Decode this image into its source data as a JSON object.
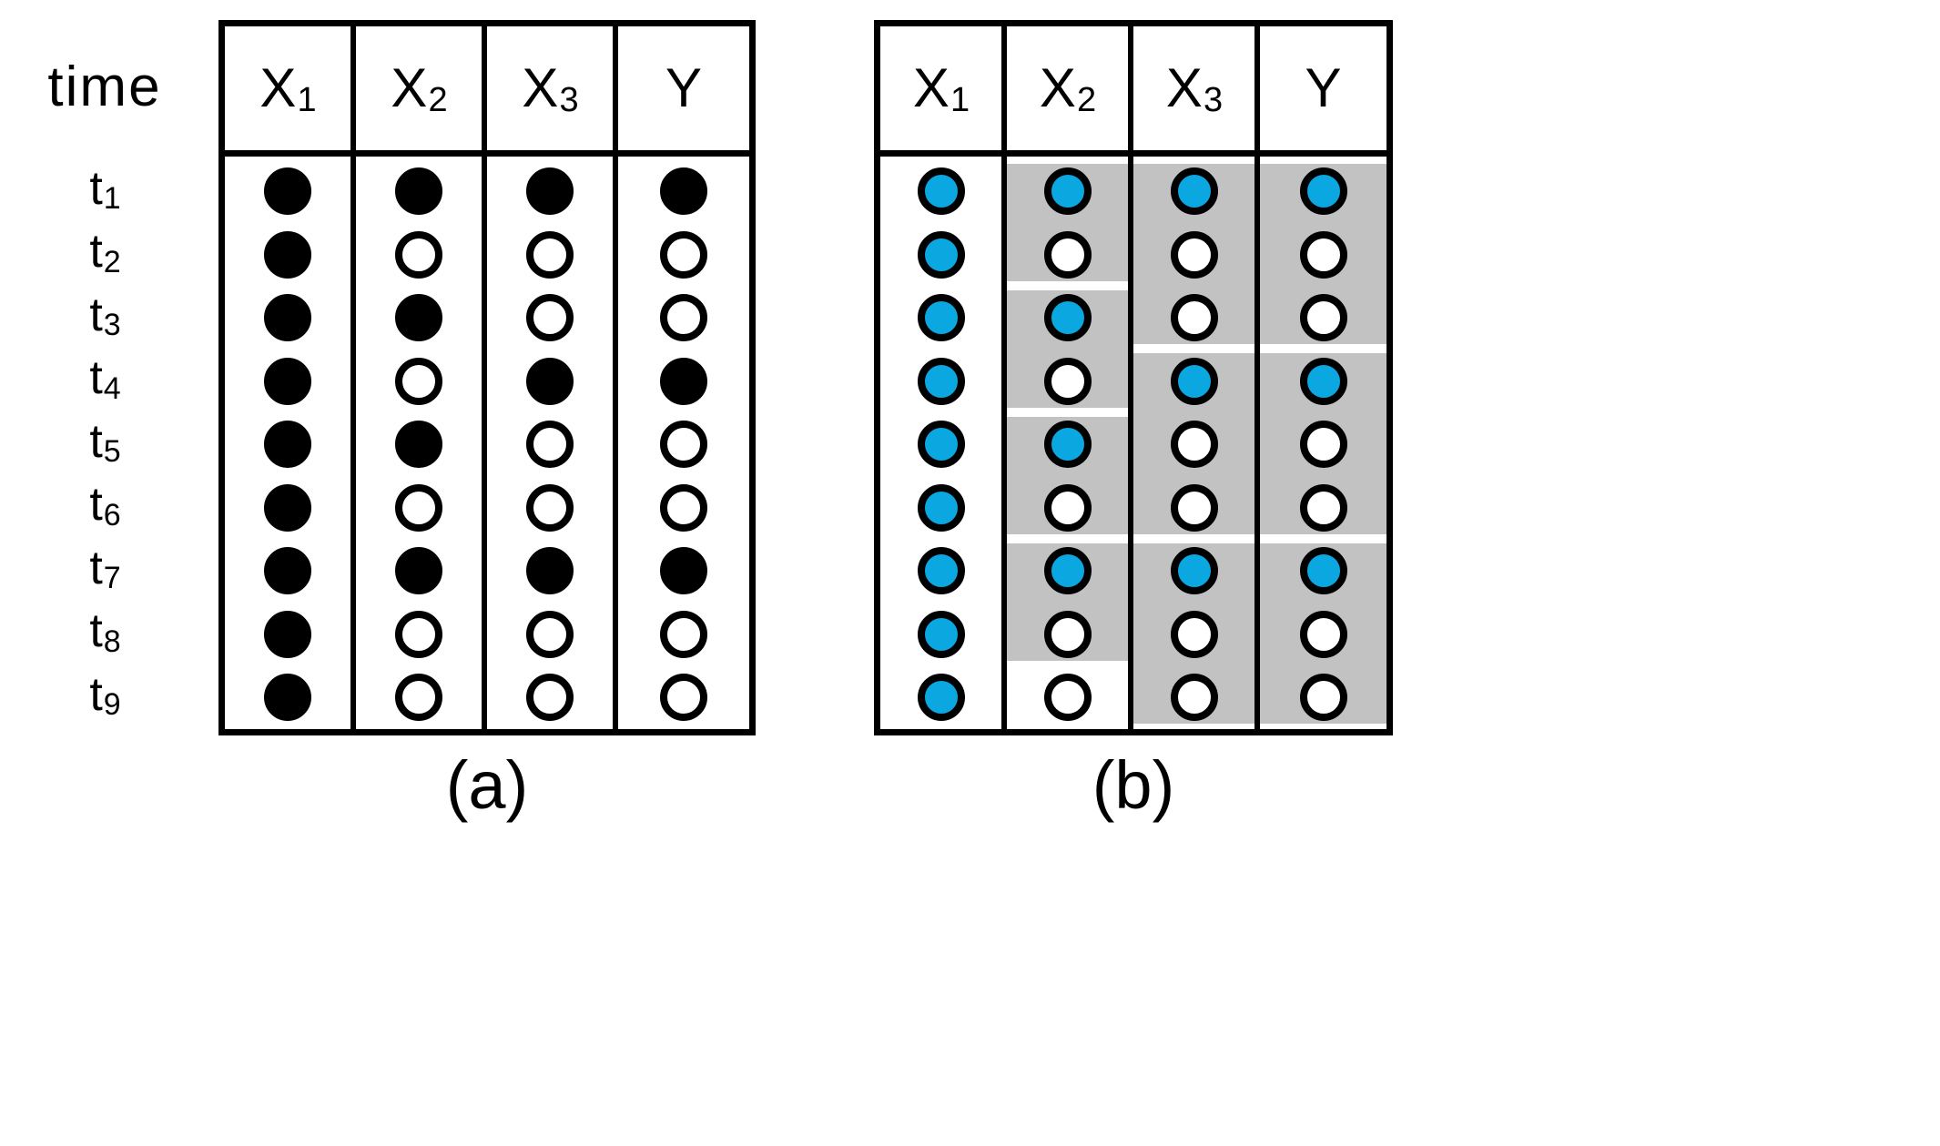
{
  "axis": {
    "time_label": "time",
    "row_labels": [
      "t1",
      "t2",
      "t3",
      "t4",
      "t5",
      "t6",
      "t7",
      "t8",
      "t9"
    ],
    "row_label_base": "t",
    "row_label_subs": [
      "1",
      "2",
      "3",
      "4",
      "5",
      "6",
      "7",
      "8",
      "9"
    ]
  },
  "colors": {
    "filled_black": "#000000",
    "filled_blue": "#0aa7e0",
    "open": "#ffffff",
    "highlight_gray": "#c2c2c2",
    "border": "#000000"
  },
  "panels": [
    {
      "id": "panel-a",
      "caption": "(a)",
      "dot_style": "black",
      "columns": [
        {
          "header_base": "X",
          "header_sub": "1",
          "header": "X1",
          "values": [
            "filled",
            "filled",
            "filled",
            "filled",
            "filled",
            "filled",
            "filled",
            "filled",
            "filled"
          ],
          "highlights": []
        },
        {
          "header_base": "X",
          "header_sub": "2",
          "header": "X2",
          "values": [
            "filled",
            "open",
            "filled",
            "open",
            "filled",
            "open",
            "filled",
            "open",
            "open"
          ],
          "highlights": []
        },
        {
          "header_base": "X",
          "header_sub": "3",
          "header": "X3",
          "values": [
            "filled",
            "open",
            "open",
            "filled",
            "open",
            "open",
            "filled",
            "open",
            "open"
          ],
          "highlights": []
        },
        {
          "header_base": "Y",
          "header_sub": "",
          "header": "Y",
          "values": [
            "filled",
            "open",
            "open",
            "filled",
            "open",
            "open",
            "filled",
            "open",
            "open"
          ],
          "highlights": []
        }
      ]
    },
    {
      "id": "panel-b",
      "caption": "(b)",
      "dot_style": "blue",
      "columns": [
        {
          "header_base": "X",
          "header_sub": "1",
          "header": "X1",
          "values": [
            "filled",
            "filled",
            "filled",
            "filled",
            "filled",
            "filled",
            "filled",
            "filled",
            "filled"
          ],
          "highlights": []
        },
        {
          "header_base": "X",
          "header_sub": "2",
          "header": "X2",
          "values": [
            "filled",
            "open",
            "filled",
            "open",
            "filled",
            "open",
            "filled",
            "open",
            "open"
          ],
          "highlights": [
            [
              1,
              2
            ],
            [
              3,
              4
            ],
            [
              5,
              6
            ],
            [
              7,
              8
            ]
          ]
        },
        {
          "header_base": "X",
          "header_sub": "3",
          "header": "X3",
          "values": [
            "filled",
            "open",
            "open",
            "filled",
            "open",
            "open",
            "filled",
            "open",
            "open"
          ],
          "highlights": [
            [
              1,
              3
            ],
            [
              4,
              6
            ],
            [
              7,
              9
            ]
          ]
        },
        {
          "header_base": "Y",
          "header_sub": "",
          "header": "Y",
          "values": [
            "filled",
            "open",
            "open",
            "filled",
            "open",
            "open",
            "filled",
            "open",
            "open"
          ],
          "highlights": [
            [
              1,
              3
            ],
            [
              4,
              6
            ],
            [
              7,
              9
            ]
          ]
        }
      ]
    }
  ]
}
